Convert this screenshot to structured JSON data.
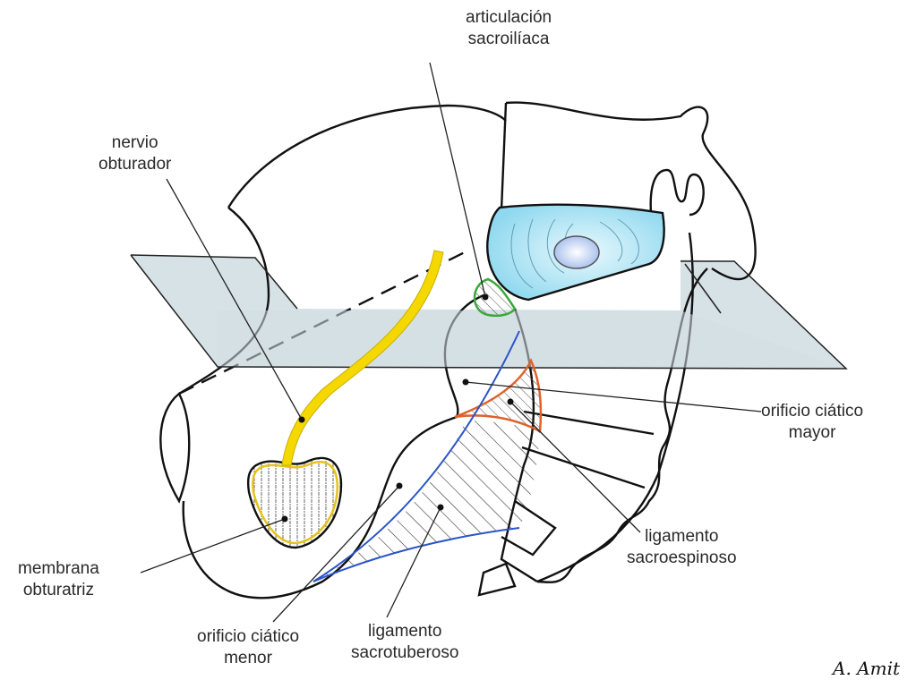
{
  "diagram": {
    "subject": "pelvis lateral view with sacrum and ligaments",
    "colors": {
      "outline": "#111111",
      "plane": "#cfdde2",
      "nerve": "#f5d800",
      "membrane_rim": "#e6c21a",
      "sacroiliac_ring": "#3aa83a",
      "sacrospinous": "#e0622a",
      "sacrotuberous_edge": "#2b55c8",
      "disc": "#aee6f5",
      "nucleus": "#b8cdf2"
    },
    "labels": {
      "sacroiliac_joint": [
        "articulación",
        "sacroilíaca"
      ],
      "obturator_nerve": [
        "nervio",
        "obturador"
      ],
      "greater_sciatic_foramen": [
        "orificio ciático",
        "mayor"
      ],
      "sacrospinous_ligament": [
        "ligamento",
        "sacroespinoso"
      ],
      "obturator_membrane": [
        "membrana",
        "obturatriz"
      ],
      "lesser_sciatic_foramen": [
        "orificio ciático",
        "menor"
      ],
      "sacrotuberous_ligament": [
        "ligamento",
        "sacrotuberoso"
      ]
    },
    "signature": "A. Amit"
  }
}
